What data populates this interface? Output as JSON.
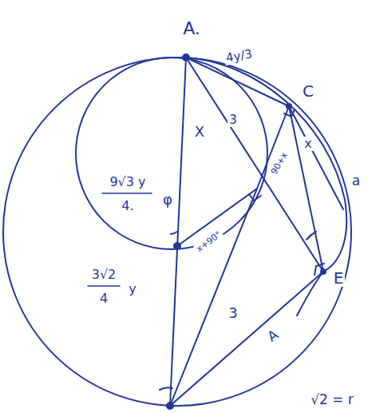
{
  "diagram": {
    "labels": [
      "A.",
      "4y/3",
      "C",
      "X",
      "3",
      "x",
      "a",
      "90+x",
      "9√3 y",
      "4.",
      "φ",
      "x+90°",
      "3√2",
      "4",
      "y",
      "3",
      "A",
      "E",
      "√2 = r"
    ]
  }
}
